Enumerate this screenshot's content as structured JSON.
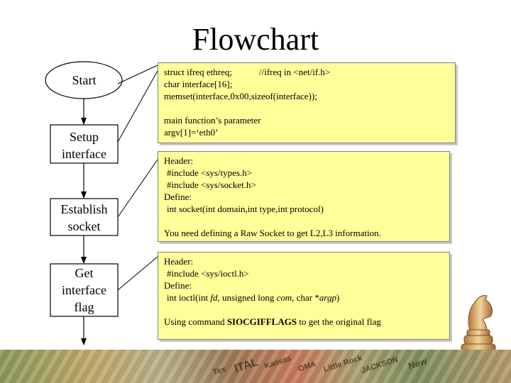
{
  "title": "Flowchart",
  "nodes": [
    {
      "lines": [
        "Start"
      ]
    },
    {
      "lines": [
        "Setup",
        "interface"
      ]
    },
    {
      "lines": [
        "Establish",
        "socket"
      ]
    },
    {
      "lines": [
        "Get",
        "interface",
        "flag"
      ]
    }
  ],
  "notes": [
    {
      "line1_code": "struct ifreq ethreq;",
      "line1_comment": "//ifreq in <net/if.h>",
      "line2": "char interface[16];",
      "line3": "memset(interface,0x00,sizeof(interface));",
      "line4": "main function’s parameter",
      "line5": "argv[1]=‘eth0’"
    },
    {
      "line1": "Header:",
      "line2": "#include <sys/types.h>",
      "line3": "#include <sys/socket.h>",
      "line4": "Define:",
      "line5": "int socket(int domain,int type,int protocol)",
      "line6": "You need defining a Raw Socket to get L2,L3 information."
    },
    {
      "line1": "Header:",
      "line2": "#include <sys/ioctl.h>",
      "line3": "Define:",
      "line4_pre": "int ioctl(int ",
      "line4_fd": "fd",
      "line4_mid": ", unsigned long ",
      "line4_com": "com",
      "line4_mid2": ", char *",
      "line4_argp": "argp",
      "line4_end": ")",
      "line5_pre": "Using command ",
      "line5_cmd": "SIOCGIFFLAGS",
      "line5_post": " to get the original flag"
    }
  ],
  "background_labels": [
    "ITAL",
    "Kansas",
    "OMA",
    "Little Rock",
    "JACKSON",
    "New",
    "Tex"
  ]
}
